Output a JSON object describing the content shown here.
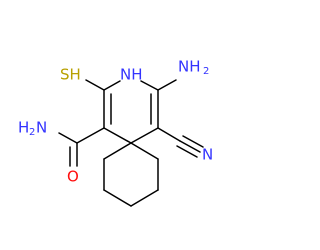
{
  "molecule": {
    "atom_labels": {
      "thiol": "SH",
      "ring_nh": "NH",
      "amino_n": "NH",
      "amino_sub": "2",
      "amide_n": "H",
      "amide_n_main": "N",
      "amide_n_sub": "2",
      "amide_o": "O",
      "nitrile_n": "N"
    }
  },
  "colors": {
    "bond": "#000000",
    "carbon_text": "#000000",
    "nitrogen": "#3333ff",
    "oxygen": "#ff0d0d",
    "sulfur": "#b8a000"
  }
}
